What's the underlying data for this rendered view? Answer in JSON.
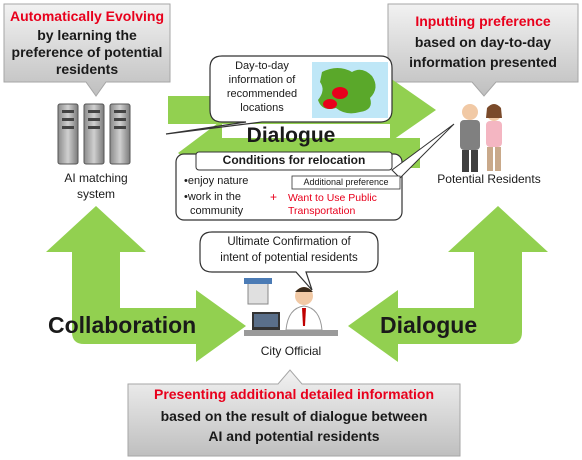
{
  "top_left_callout": {
    "line1": "Automatically Evolving",
    "line2": "by learning the",
    "line3": "preference of potential",
    "line4": "residents"
  },
  "top_right_callout": {
    "line1": "Inputting preference",
    "line2": "based on day-to-day",
    "line3": "information presented"
  },
  "bottom_callout": {
    "line1": "Presenting additional detailed information",
    "line2": "based on the result of dialogue between",
    "line3": "AI and potential residents"
  },
  "info_bubble": {
    "line1": "Day-to-day",
    "line2": "information of",
    "line3": "recommended",
    "line4": "locations"
  },
  "dialogue_top": "Dialogue",
  "dialogue_right": "Dialogue",
  "collaboration": "Collaboration",
  "conditions": {
    "title": "Conditions for relocation",
    "item1": "•enjoy nature",
    "item2": "•work in the",
    "item3": "community",
    "additional_label": "Additional preference",
    "plus": "+",
    "added1": "Want to Use Public",
    "added2": "Transportation"
  },
  "confirmation_bubble": {
    "line1": "Ultimate Confirmation of",
    "line2": "intent of potential residents"
  },
  "ai_label": {
    "line1": "AI matching",
    "line2": "system"
  },
  "residents_label": "Potential Residents",
  "official_label": "City Official",
  "colors": {
    "arrow_green": "#92d050",
    "callout_grey": "#d9d9d9",
    "accent_red": "#e8001c"
  }
}
